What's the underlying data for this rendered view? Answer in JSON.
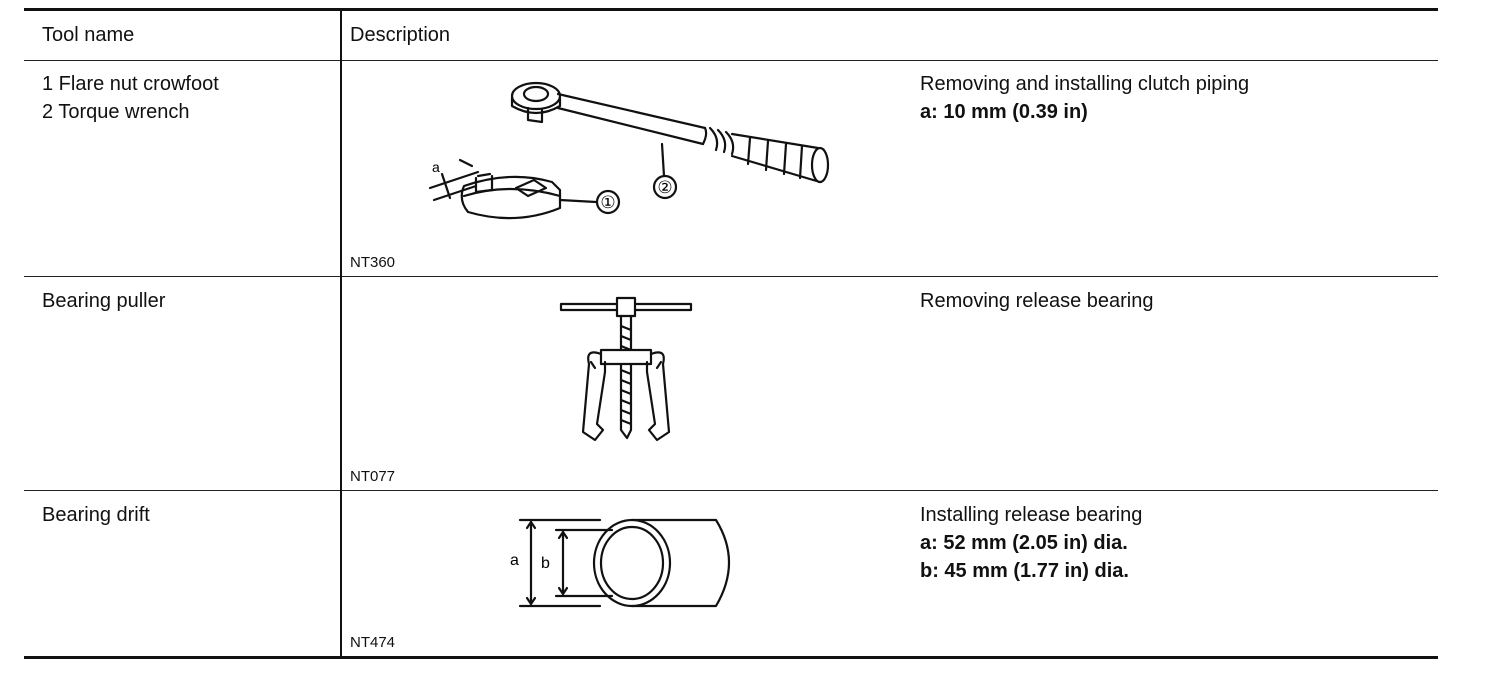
{
  "table": {
    "headers": {
      "tool_name": "Tool name",
      "description": "Description"
    },
    "rows": [
      {
        "tool_lines": [
          "1 Flare nut crowfoot",
          "2 Torque wrench"
        ],
        "figure_code": "NT360",
        "figure_labels": {
          "dim": "a",
          "callout1": "①",
          "callout2": "②"
        },
        "usage": "Removing and installing clutch piping",
        "specs": [
          "a: 10 mm (0.39 in)"
        ]
      },
      {
        "tool_lines": [
          "Bearing puller"
        ],
        "figure_code": "NT077",
        "usage": "Removing release bearing",
        "specs": []
      },
      {
        "tool_lines": [
          "Bearing drift"
        ],
        "figure_code": "NT474",
        "figure_labels": {
          "dim_a": "a",
          "dim_b": "b"
        },
        "usage": "Installing release bearing",
        "specs": [
          "a: 52 mm (2.05 in) dia.",
          "b: 45 mm (1.77 in) dia."
        ]
      }
    ]
  },
  "colors": {
    "ink": "#111111",
    "background": "#ffffff"
  }
}
